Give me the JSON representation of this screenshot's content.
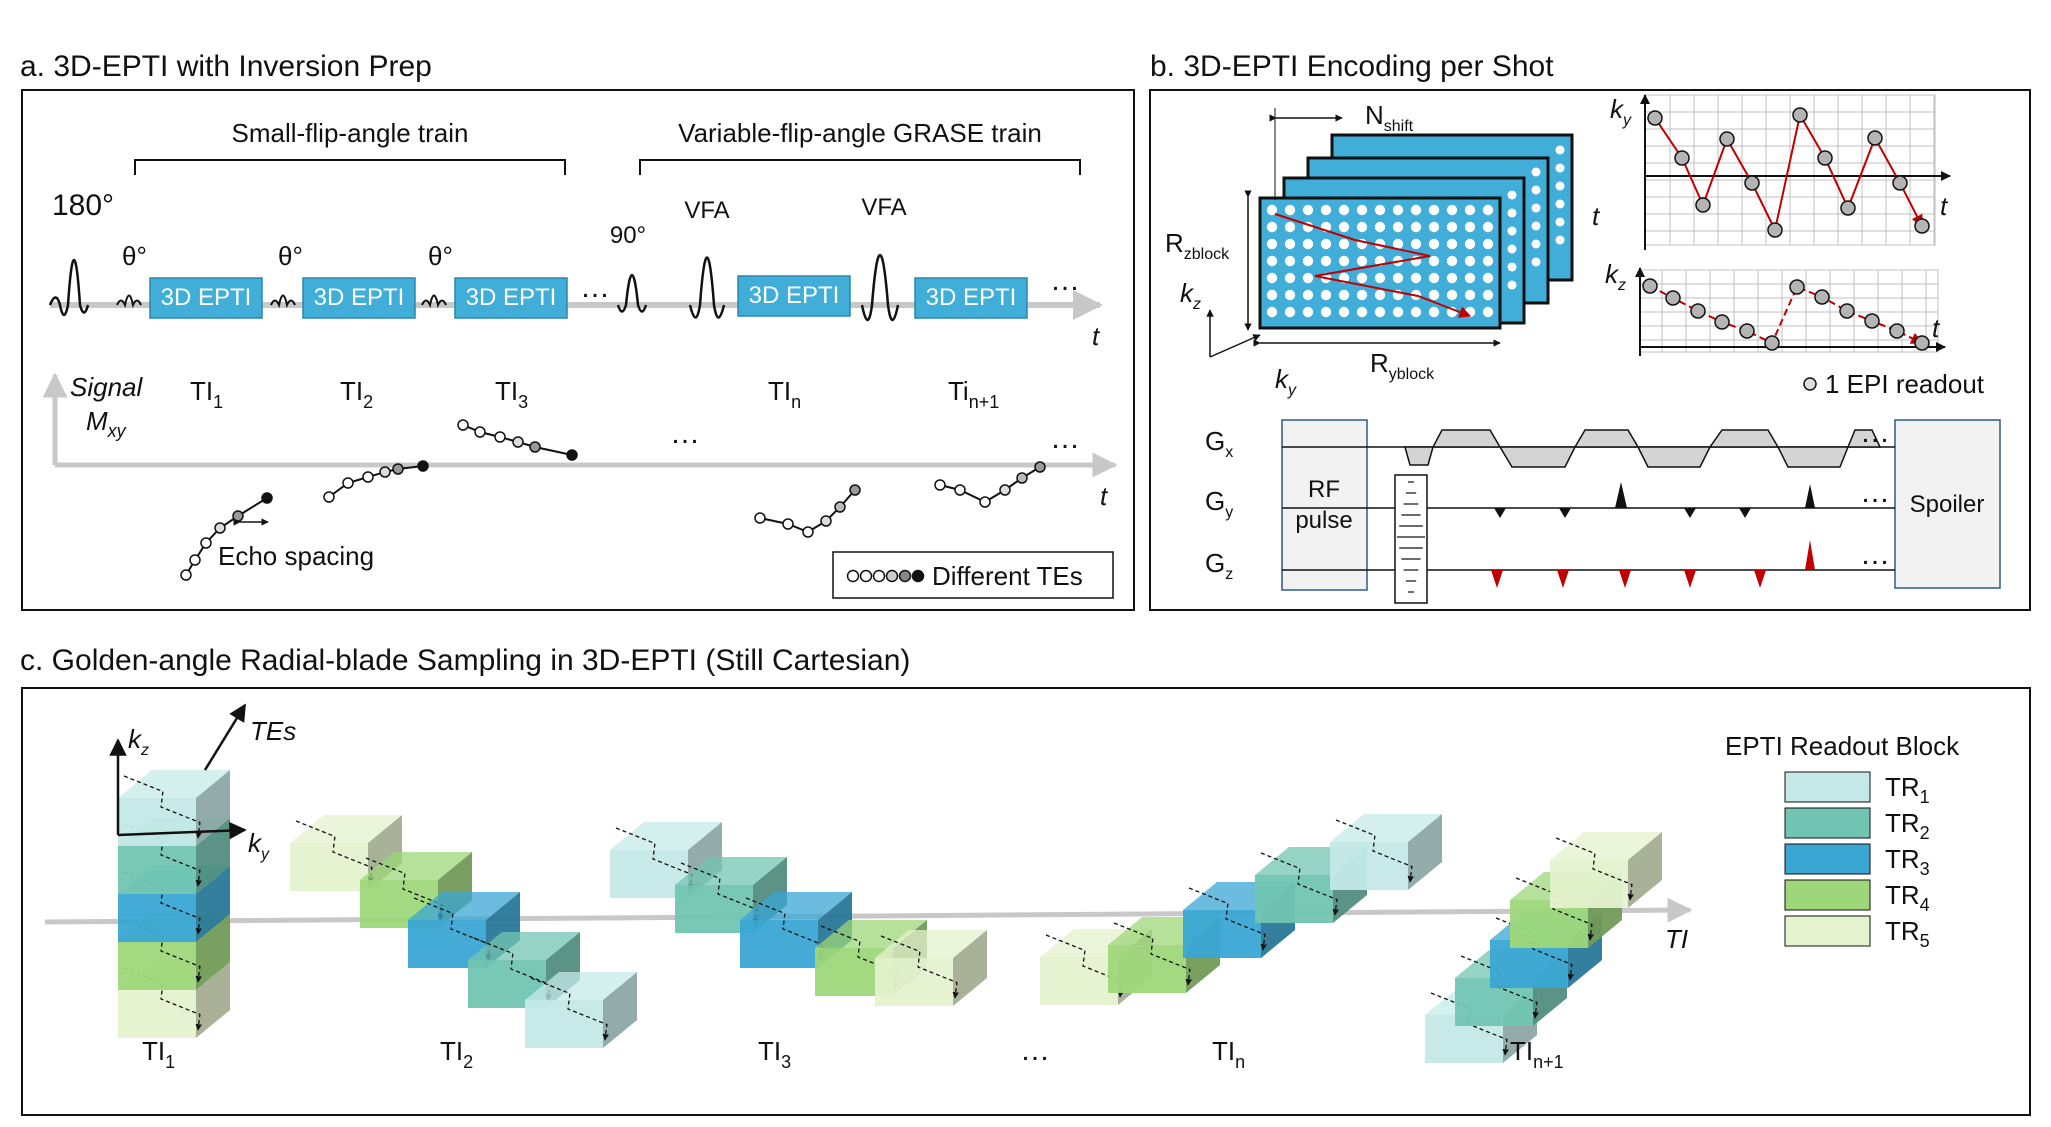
{
  "colors": {
    "epti_box": "#41aed9",
    "tr1": "#c4e9e8",
    "tr2": "#72c5b2",
    "tr3": "#3aa6d4",
    "tr4": "#9ed77a",
    "tr5": "#e4f2cd",
    "arrow_red": "#c00000",
    "axis_gray": "#c8c8c8",
    "grid_gray": "#c0c0c0"
  },
  "panel_a": {
    "title": "a. 3D-EPTI with Inversion Prep",
    "small_train": "Small-flip-angle train",
    "vfa_train": "Variable-flip-angle  GRASE train",
    "pulse_180": "180°",
    "theta": "θ°",
    "pulse_90": "90°",
    "vfa": "VFA",
    "block": "3D EPTI",
    "ellipsis": "…",
    "t": "t",
    "signal": "Signal",
    "mxy_main": "M",
    "mxy_sub": "xy",
    "ti_base": "TI",
    "ti_subs": [
      "1",
      "2",
      "3",
      "n"
    ],
    "ti_last_base": "Ti",
    "ti_last_sub": "n+1",
    "echo_spacing": "Echo spacing",
    "different_tes": "Different TEs"
  },
  "panel_b": {
    "title": "b. 3D-EPTI Encoding per Shot",
    "n_main": "N",
    "n_sub": "shift",
    "rz_main": "R",
    "rz_sub": "zblock",
    "ry_main": "R",
    "ry_sub": "yblock",
    "k": "k",
    "kz_sub": "z",
    "ky_sub": "y",
    "t": "t",
    "epi_readout": "1 EPI readout",
    "g": "G",
    "gx_sub": "x",
    "gy_sub": "y",
    "gz_sub": "z",
    "rf_line1": "RF",
    "rf_line2": "pulse",
    "spoiler": "Spoiler",
    "ellipsis": "…"
  },
  "panel_c": {
    "title": "c. Golden-angle  Radial-blade Sampling in 3D-EPTI (Still Cartesian)",
    "k": "k",
    "kz_sub": "z",
    "ky_sub": "y",
    "tes": "TEs",
    "ti_axis": "TI",
    "ti_base": "TI",
    "ti_subs": [
      "1",
      "2",
      "3",
      "n",
      "n+1"
    ],
    "ellipsis": "…",
    "legend_title": "EPTI Readout Block",
    "legend_base": "TR",
    "legend_subs": [
      "1",
      "2",
      "3",
      "4",
      "5"
    ]
  }
}
